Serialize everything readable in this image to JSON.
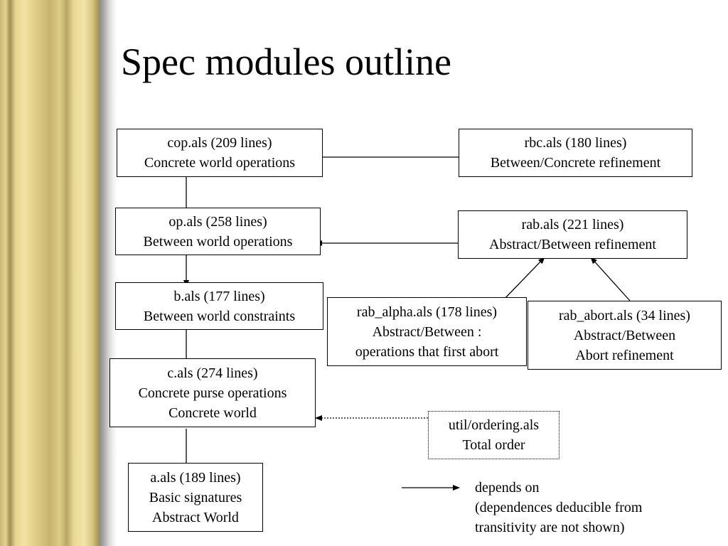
{
  "title": "Spec modules outline",
  "modules": {
    "cop": {
      "line1": "cop.als (209 lines)",
      "line2": "Concrete world operations"
    },
    "op": {
      "line1": "op.als (258 lines)",
      "line2": "Between world operations"
    },
    "b": {
      "line1": "b.als (177 lines)",
      "line2": "Between world constraints"
    },
    "c": {
      "line1": "c.als (274 lines)",
      "line2": "Concrete purse operations",
      "line3": "Concrete world"
    },
    "a": {
      "line1": "a.als (189 lines)",
      "line2": "Basic signatures",
      "line3": "Abstract World"
    },
    "rbc": {
      "line1": "rbc.als (180 lines)",
      "line2": "Between/Concrete refinement"
    },
    "rab": {
      "line1": "rab.als (221 lines)",
      "line2": "Abstract/Between refinement"
    },
    "rab_alpha": {
      "line1": "rab_alpha.als (178 lines)",
      "line2": "Abstract/Between :",
      "line3": "operations that first abort"
    },
    "rab_abort": {
      "line1": "rab_abort.als (34 lines)",
      "line2": "Abstract/Between",
      "line3": "Abort refinement"
    },
    "util_ordering": {
      "line1": "util/ordering.als",
      "line2": "Total order"
    }
  },
  "legend": {
    "line1": "depends on",
    "line2": "(dependences deducible from",
    "line3": "transitivity are not shown)"
  }
}
